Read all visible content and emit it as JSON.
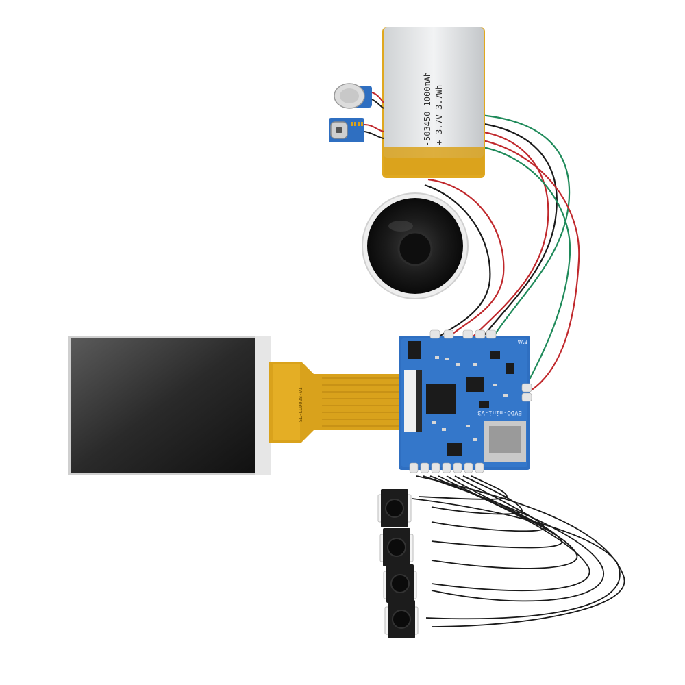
{
  "battery": {
    "model_text": "503450 1000mAh",
    "spec_text": "3.7V 3.7Wh",
    "minus_sign": "-",
    "plus_sign": "+"
  },
  "board": {
    "model_text": "EVDO-mini-V3",
    "corner_text": "EVA"
  },
  "fpc": {
    "code_text": "SL-LCD028-V1"
  },
  "components": {
    "lcd": "lcd-screen-icon",
    "battery": "lipo-battery-icon",
    "speaker": "speaker-icon",
    "motor": "vibration-motor-icon",
    "usb": "usb-c-port-icon",
    "buttons": "tactile-button-icon"
  },
  "colors": {
    "pcb": "#2f6fc1",
    "fpc": "#d9a21c",
    "wire_red": "#c0282c",
    "wire_green": "#1f8a5a",
    "wire_black": "#1a1a1a"
  }
}
